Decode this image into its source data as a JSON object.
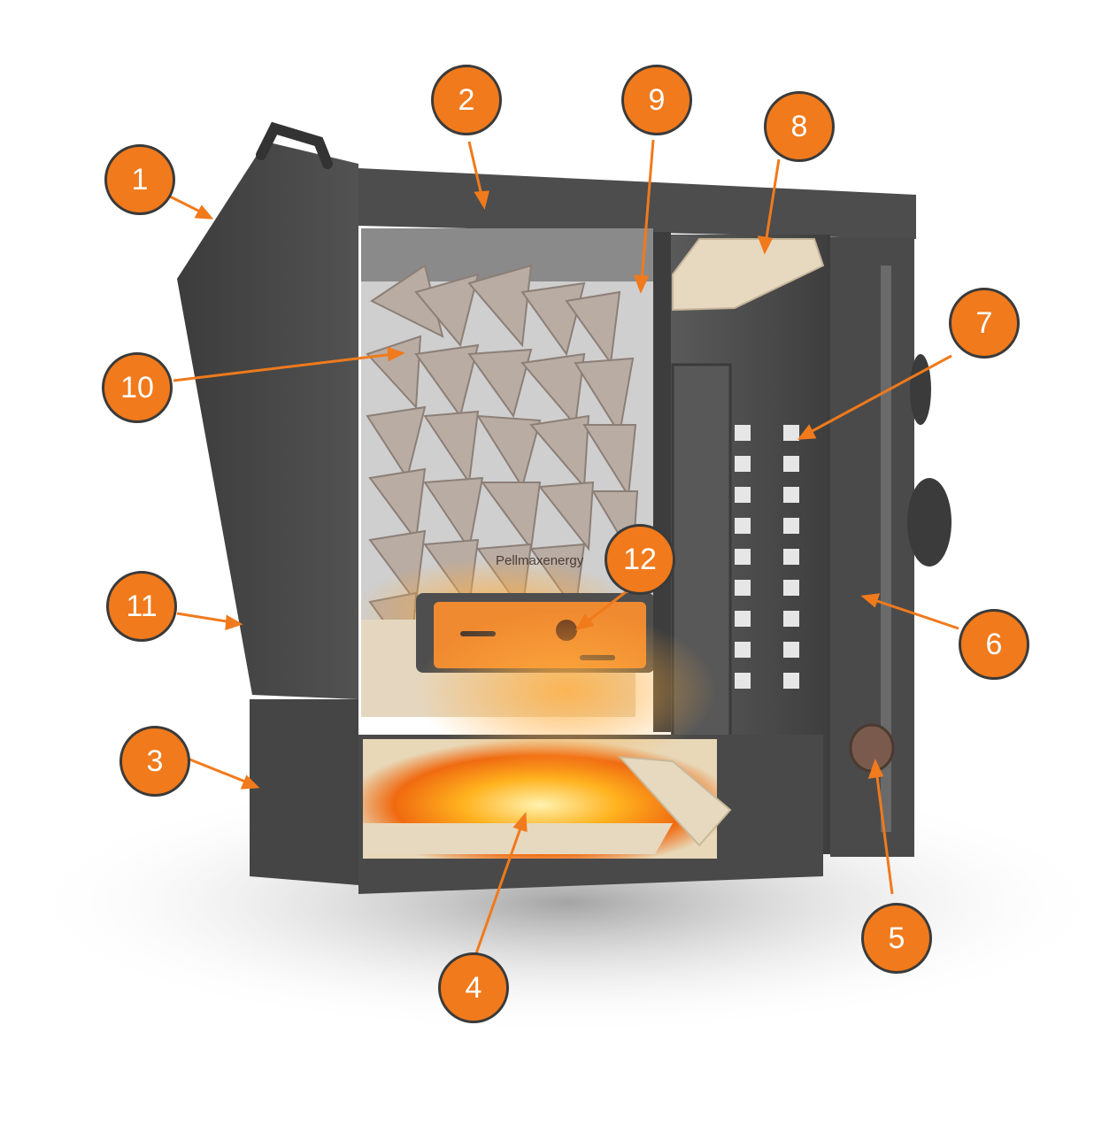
{
  "brand_label": "Pellmaxenergy",
  "accent_color": "#f07a1c",
  "callouts": [
    {
      "label": "1"
    },
    {
      "label": "2"
    },
    {
      "label": "3"
    },
    {
      "label": "4"
    },
    {
      "label": "5"
    },
    {
      "label": "6"
    },
    {
      "label": "7"
    },
    {
      "label": "8"
    },
    {
      "label": "9"
    },
    {
      "label": "10"
    },
    {
      "label": "11"
    },
    {
      "label": "12"
    }
  ]
}
